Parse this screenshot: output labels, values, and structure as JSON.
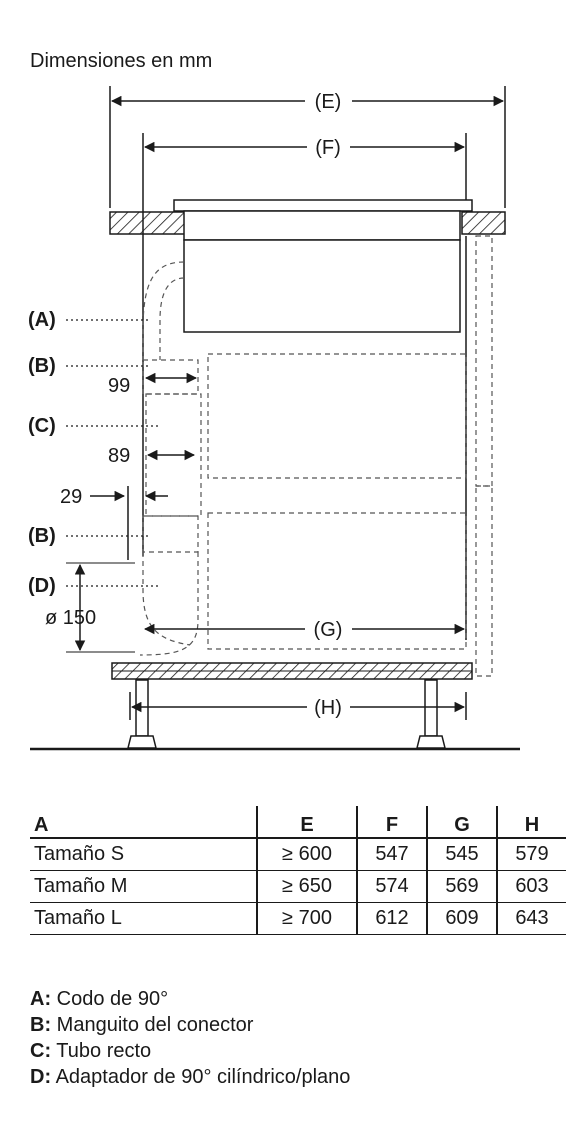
{
  "heading": "Dimensiones en mm",
  "diagram": {
    "labels": {
      "E": "(E)",
      "F": "(F)",
      "G": "(G)",
      "H": "(H)",
      "A": "(A)",
      "B1": "(B)",
      "C": "(C)",
      "B2": "(B)",
      "D": "(D)"
    },
    "measures": {
      "m99": "99",
      "m89": "89",
      "m29": "29",
      "dia": "ø 150"
    }
  },
  "table": {
    "headers": [
      "A",
      "E",
      "F",
      "G",
      "H"
    ],
    "rows": [
      [
        "Tamaño S",
        "≥ 600",
        "547",
        "545",
        "579"
      ],
      [
        "Tamaño M",
        "≥ 650",
        "574",
        "569",
        "603"
      ],
      [
        "Tamaño L",
        "≥ 700",
        "612",
        "609",
        "643"
      ]
    ]
  },
  "legend": [
    {
      "key": "A:",
      "text": " Codo de 90°"
    },
    {
      "key": "B:",
      "text": " Manguito del conector"
    },
    {
      "key": "C:",
      "text": " Tubo recto"
    },
    {
      "key": "D:",
      "text": " Adaptador de 90° cilíndrico/plano"
    }
  ]
}
